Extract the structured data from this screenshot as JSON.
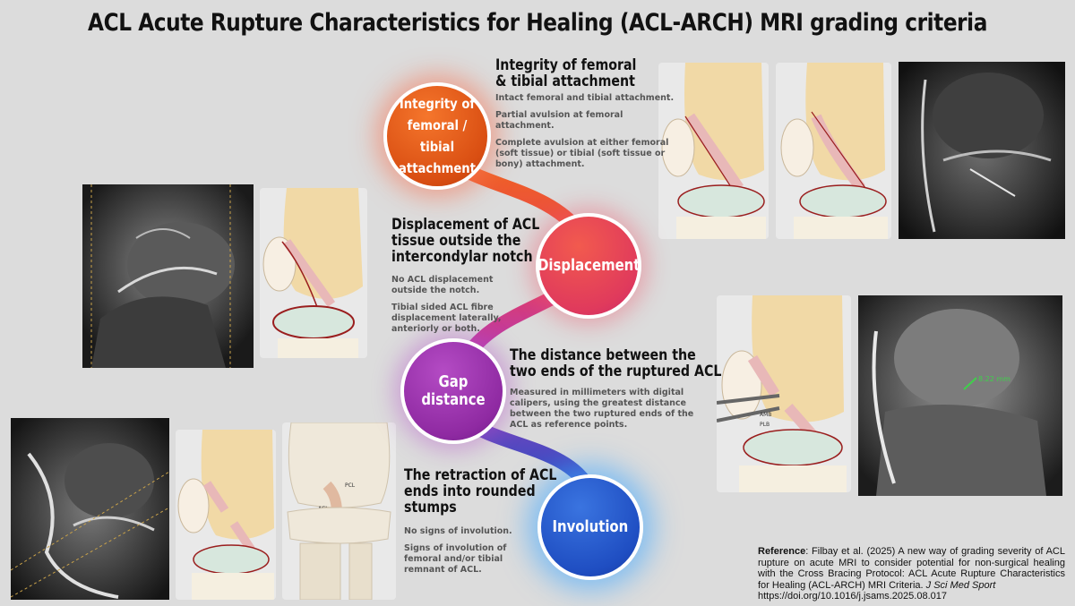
{
  "title": "ACL Acute Rupture Characteristics for Healing (ACL-ARCH) MRI grading criteria",
  "criteria": [
    {
      "circle_label": "Integrity of femoral / tibial attachment",
      "heading": "Integrity of femoral\n& tibial attachment",
      "descriptions": [
        "Intact femoral and tibial attachment.",
        "Partial avulsion at femoral attachment.",
        "Complete avulsion at either femoral (soft tissue) or tibial (soft tissue or bony) attachment."
      ],
      "color": "#e0551a"
    },
    {
      "circle_label": "Displacement",
      "heading": "Displacement of ACL\ntissue outside the\nintercondylar notch",
      "descriptions": [
        "No ACL displacement outside the notch.",
        "Tibial sided ACL fibre displacement laterally, anteriorly or both."
      ],
      "color": "#e23d5a"
    },
    {
      "circle_label": "Gap distance",
      "heading": "The distance between the\ntwo ends of the ruptured ACL",
      "descriptions": [
        "Measured in millimeters with digital calipers, using the greatest distance between the two ruptured ends of the ACL as reference points."
      ],
      "color": "#9a2fae"
    },
    {
      "circle_label": "Involution",
      "heading": "The retraction of ACL\nends into rounded\nstumps",
      "descriptions": [
        "No signs of involution.",
        "Signs of involution of femoral and/or tibial remnant of ACL."
      ],
      "color": "#1f4ec2"
    }
  ],
  "image_labels": {
    "gap_measure": "8.22 mm",
    "amb": "AMB",
    "plb": "PLB",
    "pcl": "PCL",
    "acl": "ACL"
  },
  "reference": {
    "label": "Reference",
    "text": ": Filbay et al. (2025) A new way of grading severity of ACL rupture on acute MRI to consider potential for non-surgical healing with the Cross Bracing Protocol: ACL Acute Rupture Characteristics for Healing (ACL-ARCH) MRI Criteria. ",
    "journal": "J Sci Med Sport",
    "doi": "https://doi.org/10.1016/j.jsams.2025.08.017"
  }
}
